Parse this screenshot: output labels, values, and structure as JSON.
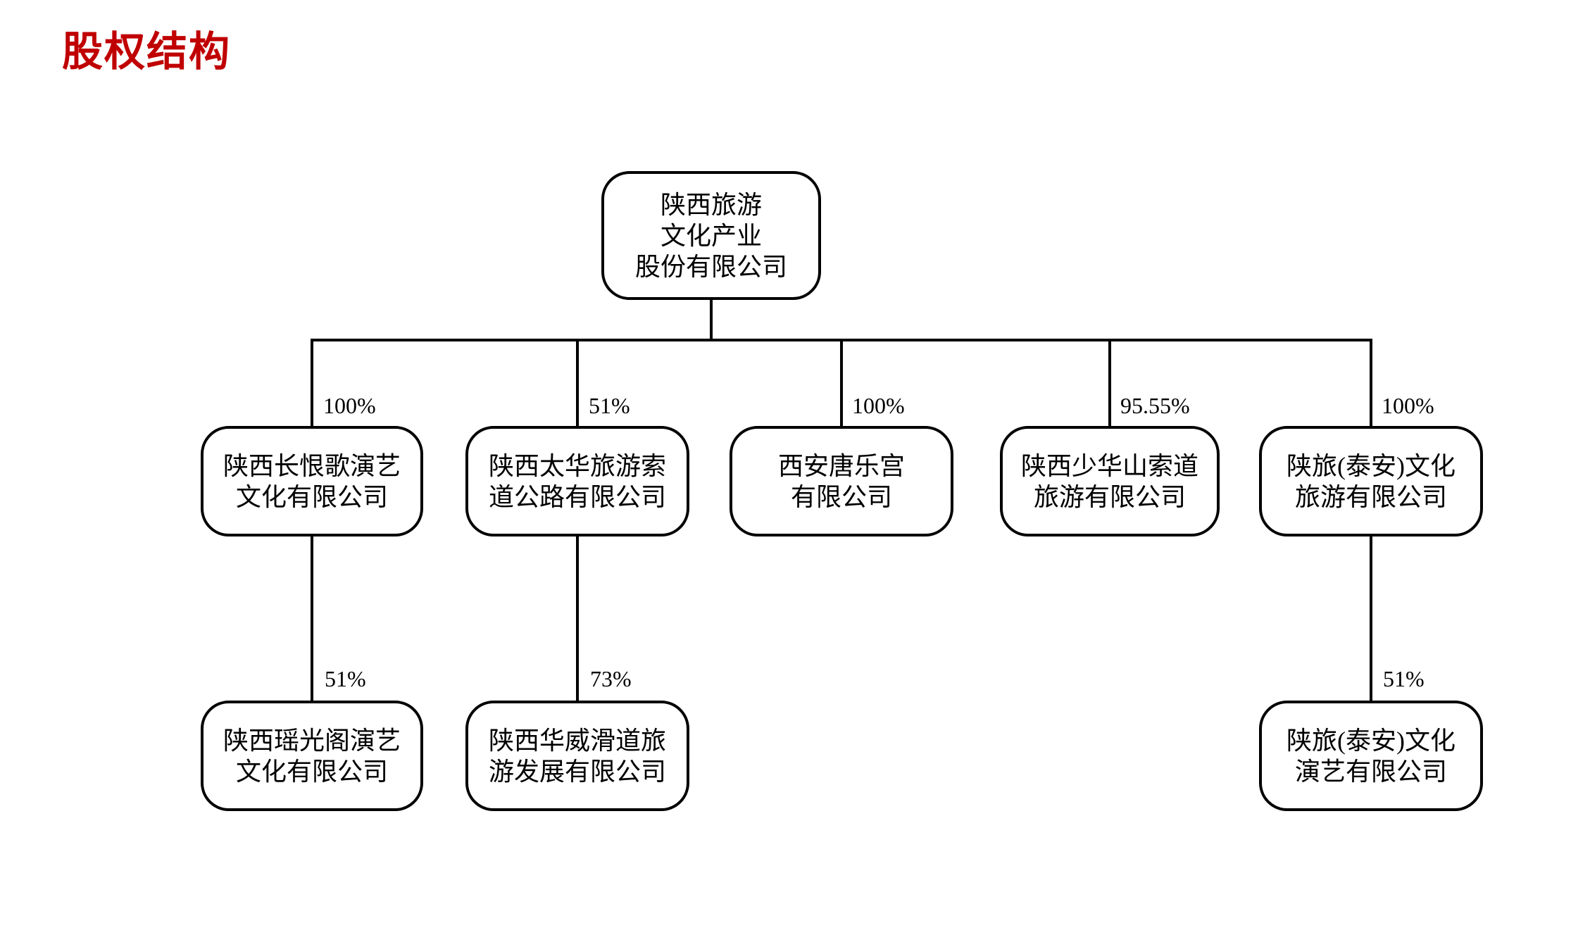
{
  "title": "股权结构",
  "colors": {
    "title_red": "#C00000",
    "line_black": "#000000",
    "background": "#FFFFFF"
  },
  "diagram": {
    "type": "org-chart",
    "root": {
      "name": "陕西旅游\n文化产业\n股份有限公司"
    },
    "level2": [
      {
        "name": "陕西长恨歌演艺\n文化有限公司",
        "pct": "100%"
      },
      {
        "name": "陕西太华旅游索\n道公路有限公司",
        "pct": "51%"
      },
      {
        "name": "西安唐乐宫\n有限公司",
        "pct": "100%"
      },
      {
        "name": "陕西少华山索道\n旅游有限公司",
        "pct": "95.55%"
      },
      {
        "name": "陕旅(泰安)文化\n旅游有限公司",
        "pct": "100%"
      }
    ],
    "level3": [
      {
        "name": "陕西瑶光阁演艺\n文化有限公司",
        "pct": "51%",
        "parent_index": 0
      },
      {
        "name": "陕西华威滑道旅\n游发展有限公司",
        "pct": "73%",
        "parent_index": 1
      },
      {
        "name": "陕旅(泰安)文化\n演艺有限公司",
        "pct": "51%",
        "parent_index": 4
      }
    ]
  }
}
